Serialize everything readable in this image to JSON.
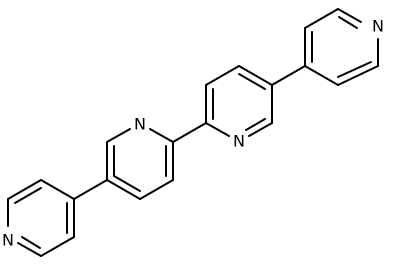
{
  "atoms": [
    {
      "id": "py1-n",
      "element": "N",
      "label": "N"
    },
    {
      "id": "py2-n",
      "element": "N",
      "label": "N"
    },
    {
      "id": "py3-n",
      "element": "N",
      "label": "N"
    },
    {
      "id": "py4-n",
      "element": "N",
      "label": "N"
    }
  ]
}
